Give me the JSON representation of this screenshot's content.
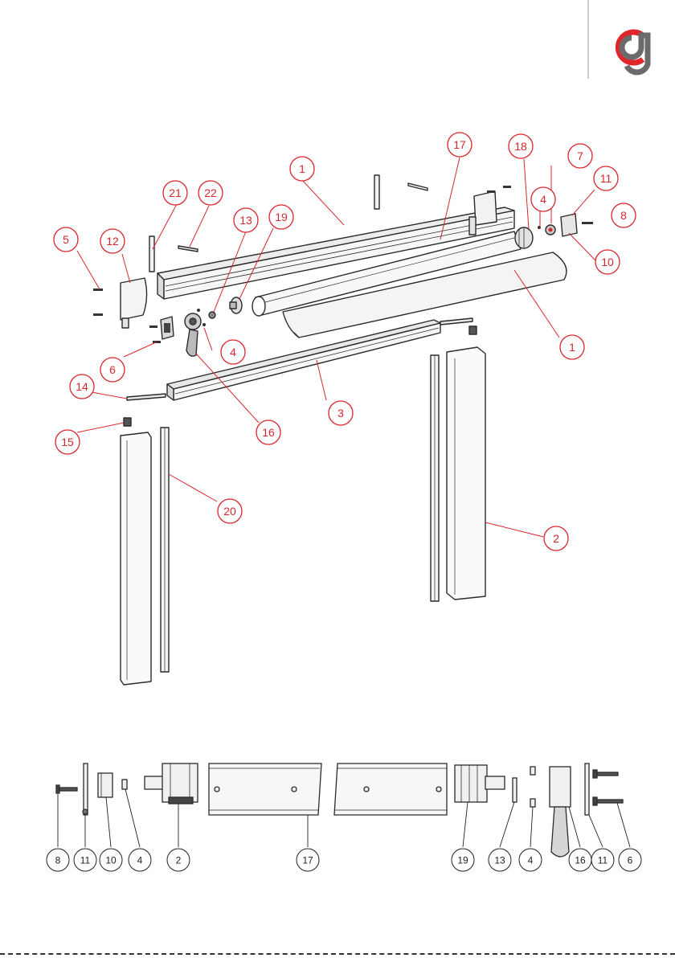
{
  "brand": {
    "logo_colors": {
      "red": "#e0252b",
      "grey": "#6b6b6b"
    }
  },
  "colors": {
    "callout_red": "#d9262c",
    "callout_black": "#222222",
    "part_stroke": "#2b2b2b",
    "part_fill": "#f0f0f0"
  },
  "exploded_view": {
    "callouts": [
      {
        "id": "c1a",
        "num": "1"
      },
      {
        "id": "c17",
        "num": "17"
      },
      {
        "id": "c18",
        "num": "18"
      },
      {
        "id": "c7",
        "num": "7"
      },
      {
        "id": "c11",
        "num": "11"
      },
      {
        "id": "c4a",
        "num": "4"
      },
      {
        "id": "c8",
        "num": "8"
      },
      {
        "id": "c10",
        "num": "10"
      },
      {
        "id": "c21",
        "num": "21"
      },
      {
        "id": "c22",
        "num": "22"
      },
      {
        "id": "c13",
        "num": "13"
      },
      {
        "id": "c19",
        "num": "19"
      },
      {
        "id": "c5",
        "num": "5"
      },
      {
        "id": "c12",
        "num": "12"
      },
      {
        "id": "c1b",
        "num": "1"
      },
      {
        "id": "c6",
        "num": "6"
      },
      {
        "id": "c4b",
        "num": "4"
      },
      {
        "id": "c14",
        "num": "14"
      },
      {
        "id": "c3",
        "num": "3"
      },
      {
        "id": "c16",
        "num": "16"
      },
      {
        "id": "c15",
        "num": "15"
      },
      {
        "id": "c20",
        "num": "20"
      },
      {
        "id": "c2",
        "num": "2"
      }
    ]
  },
  "section_view": {
    "callouts": [
      {
        "id": "s8",
        "num": "8"
      },
      {
        "id": "s11a",
        "num": "11"
      },
      {
        "id": "s10",
        "num": "10"
      },
      {
        "id": "s4a",
        "num": "4"
      },
      {
        "id": "s2",
        "num": "2"
      },
      {
        "id": "s17",
        "num": "17"
      },
      {
        "id": "s19",
        "num": "19"
      },
      {
        "id": "s13",
        "num": "13"
      },
      {
        "id": "s4b",
        "num": "4"
      },
      {
        "id": "s16",
        "num": "16"
      },
      {
        "id": "s11b",
        "num": "11"
      },
      {
        "id": "s6",
        "num": "6"
      }
    ]
  }
}
